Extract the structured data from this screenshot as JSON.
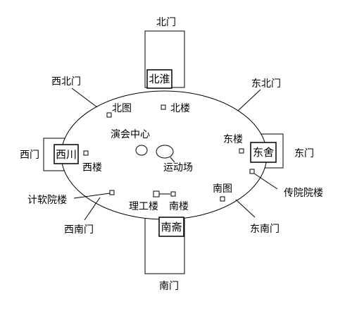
{
  "gates": {
    "north": "北门",
    "south": "南门",
    "west": "西门",
    "east": "东门",
    "northwest": "西北门",
    "northeast": "东北门",
    "southwest": "西南门",
    "southeast": "东南门"
  },
  "dorms": {
    "north": "北淮",
    "south": "南斋",
    "west": "西川",
    "east": "东舍"
  },
  "buildings": {
    "north_library": "北图",
    "north_building": "北楼",
    "performance_center": "演会中心",
    "stadium": "运动场",
    "west_building": "西楼",
    "east_building": "东楼",
    "south_library": "南图",
    "engineering": "理工楼",
    "south_building": "南楼",
    "computer_college": "计软院楼",
    "communication_college": "传院院楼"
  }
}
